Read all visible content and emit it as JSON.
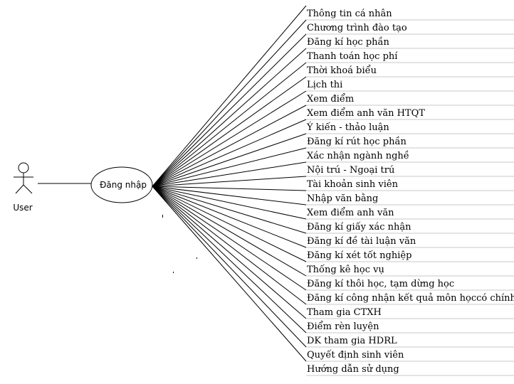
{
  "actor": {
    "label": "User"
  },
  "center": {
    "label": "Đăng nhập"
  },
  "items": [
    "Thông tin cá nhân",
    "Chương trình đào tạo",
    "Đăng kí học phần",
    "Thanh toán học phí",
    "Thời khoá biểu",
    "Lịch thi",
    "Xem điểm",
    "Xem điểm anh văn HTQT",
    "Ý kiến - thảo luận",
    "Đăng kí rút học phần",
    "Xác nhận ngành nghề",
    "Nội trú - Ngoại trú",
    "Tài khoản sinh viên",
    "Nhập văn bằng",
    "Xem điểm anh văn",
    "Đăng kí giấy xác nhận",
    "Đăng kí đề tài luận văn",
    "Đăng kí xét tốt nghiệp",
    "Thống kê học vụ",
    "Đăng kí thôi học, tạm dừng học",
    "Đăng kí công nhận kết quả môn họccó chính chỉ",
    "Tham gia CTXH",
    "Điểm rèn luyện",
    "DK tham gia HDRL",
    "Quyết định sinh viên",
    "Hướng dẫn sử dụng"
  ]
}
